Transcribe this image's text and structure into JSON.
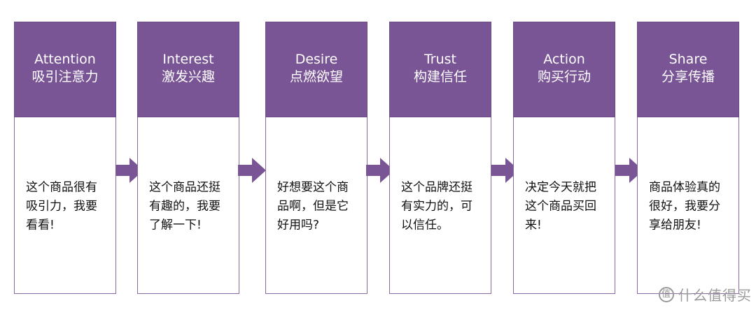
{
  "stages": [
    {
      "en": "Attention",
      "cn": "吸引注意力",
      "text": "这个商品很有吸引力，我要看看!"
    },
    {
      "en": "Interest",
      "cn": "激发兴趣",
      "text": "这个商品还挺有趣的，我要了解一下!"
    },
    {
      "en": "Desire",
      "cn": "点燃欲望",
      "text": "好想要这个商品啊，但是它好用吗?"
    },
    {
      "en": "Trust",
      "cn": "构建信任",
      "text": "这个品牌还挺有实力的，可以信任。"
    },
    {
      "en": "Action",
      "cn": "购买行动",
      "text": "决定今天就把这个商品买回来!"
    },
    {
      "en": "Share",
      "cn": "分享传播",
      "text": "商品体验真的很好，我要分享给朋友!"
    }
  ],
  "watermark": {
    "icon_char": "值",
    "text": "什么值得买"
  },
  "colors": {
    "header_fill": "#7a5595",
    "arrow_fill": "#7a5595",
    "body_border": "#8a6aa3"
  }
}
